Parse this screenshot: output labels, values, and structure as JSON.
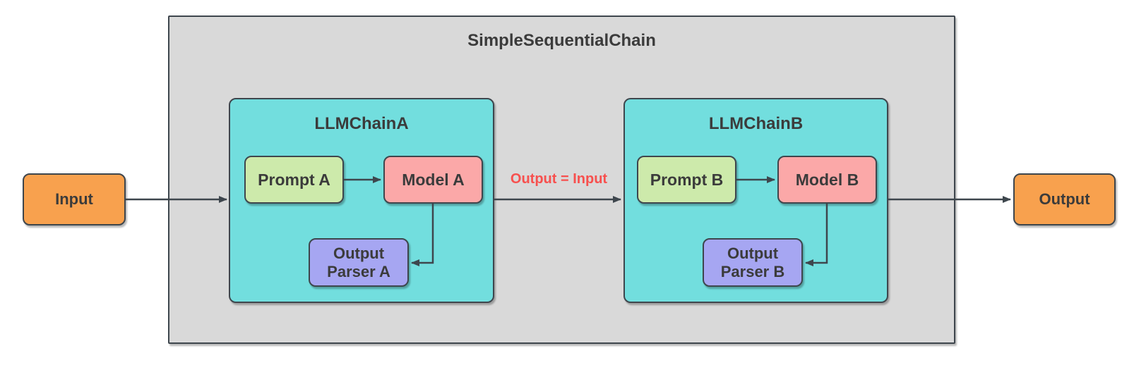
{
  "diagram": {
    "container_title": "SimpleSequentialChain",
    "input_label": "Input",
    "output_label": "Output",
    "edge_label": "Output = Input",
    "chain_a": {
      "title": "LLMChainA",
      "prompt": "Prompt A",
      "model": "Model A",
      "parser": "Output Parser A"
    },
    "chain_b": {
      "title": "LLMChainB",
      "prompt": "Prompt B",
      "model": "Model B",
      "parser": "Output Parser B"
    },
    "colors": {
      "container_fill": "#d9d9d9",
      "chain_fill": "#72dede",
      "prompt_fill": "#cdeaab",
      "model_fill": "#fba8a8",
      "parser_fill": "#a6a6f2",
      "io_fill": "#f8a14e",
      "border": "#3e464d",
      "arrow": "#3e464d",
      "text": "#3b3b3b",
      "edge_label_color": "#f7504e",
      "background": "#ffffff"
    }
  }
}
